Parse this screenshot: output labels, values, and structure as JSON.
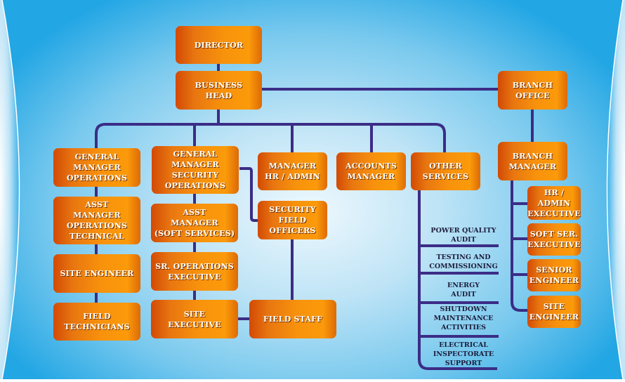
{
  "colors": {
    "connector": "#3b2d86",
    "box_orange": "#f8920c",
    "box_dark_orange": "#d24a05",
    "background_blue": "#22a6e4"
  },
  "nodes": {
    "director": "DIRECTOR",
    "business_head": "BUSINESS\nHEAD",
    "branch_office": "BRANCH\nOFFICE",
    "gm_operations": "GENERAL\nMANAGER\nOPERATIONS",
    "gm_security_operations": "GENERAL\nMANAGER\nSECURITY\nOPERATIONS",
    "manager_hr_admin": "MANAGER\nHR / ADMIN",
    "accounts_manager": "ACCOUNTS\nMANAGER",
    "other_services": "OTHER\nSERVICES",
    "branch_manager": "BRANCH\nMANAGER",
    "asst_manager_ops_technical": "ASST\nMANAGER\nOPERATIONS\nTECHNICAL",
    "site_engineer_left": "SITE ENGINEER",
    "field_technicians": "FIELD\nTECHNICIANS",
    "asst_manager_soft_services": "ASST\nMANAGER\n(SOFT SERVICES)",
    "sr_operations_executive": "SR. OPERATIONS\nEXECUTIVE",
    "site_executive": "SITE\nEXECUTIVE",
    "security_field_officers": "SECURITY\nFIELD\nOFFICERS",
    "field_staff": "FIELD STAFF",
    "hr_admin_executive": "HR /\nADMIN\nEXECUTIVE",
    "soft_ser_executive": "SOFT SER.\nEXECUTIVE",
    "senior_engineer": "SENIOR\nENGINEER",
    "site_engineer_branch": "SITE\nENGINEER"
  },
  "other_services_list": [
    "POWER QUALITY\nAUDIT",
    "TESTING AND\nCOMMISSIONING",
    "ENERGY\nAUDIT",
    "SHUTDOWN\nMAINTENANCE\nACTIVITIES",
    "ELECTRICAL\nINSPECTORATE\nSUPPORT"
  ]
}
